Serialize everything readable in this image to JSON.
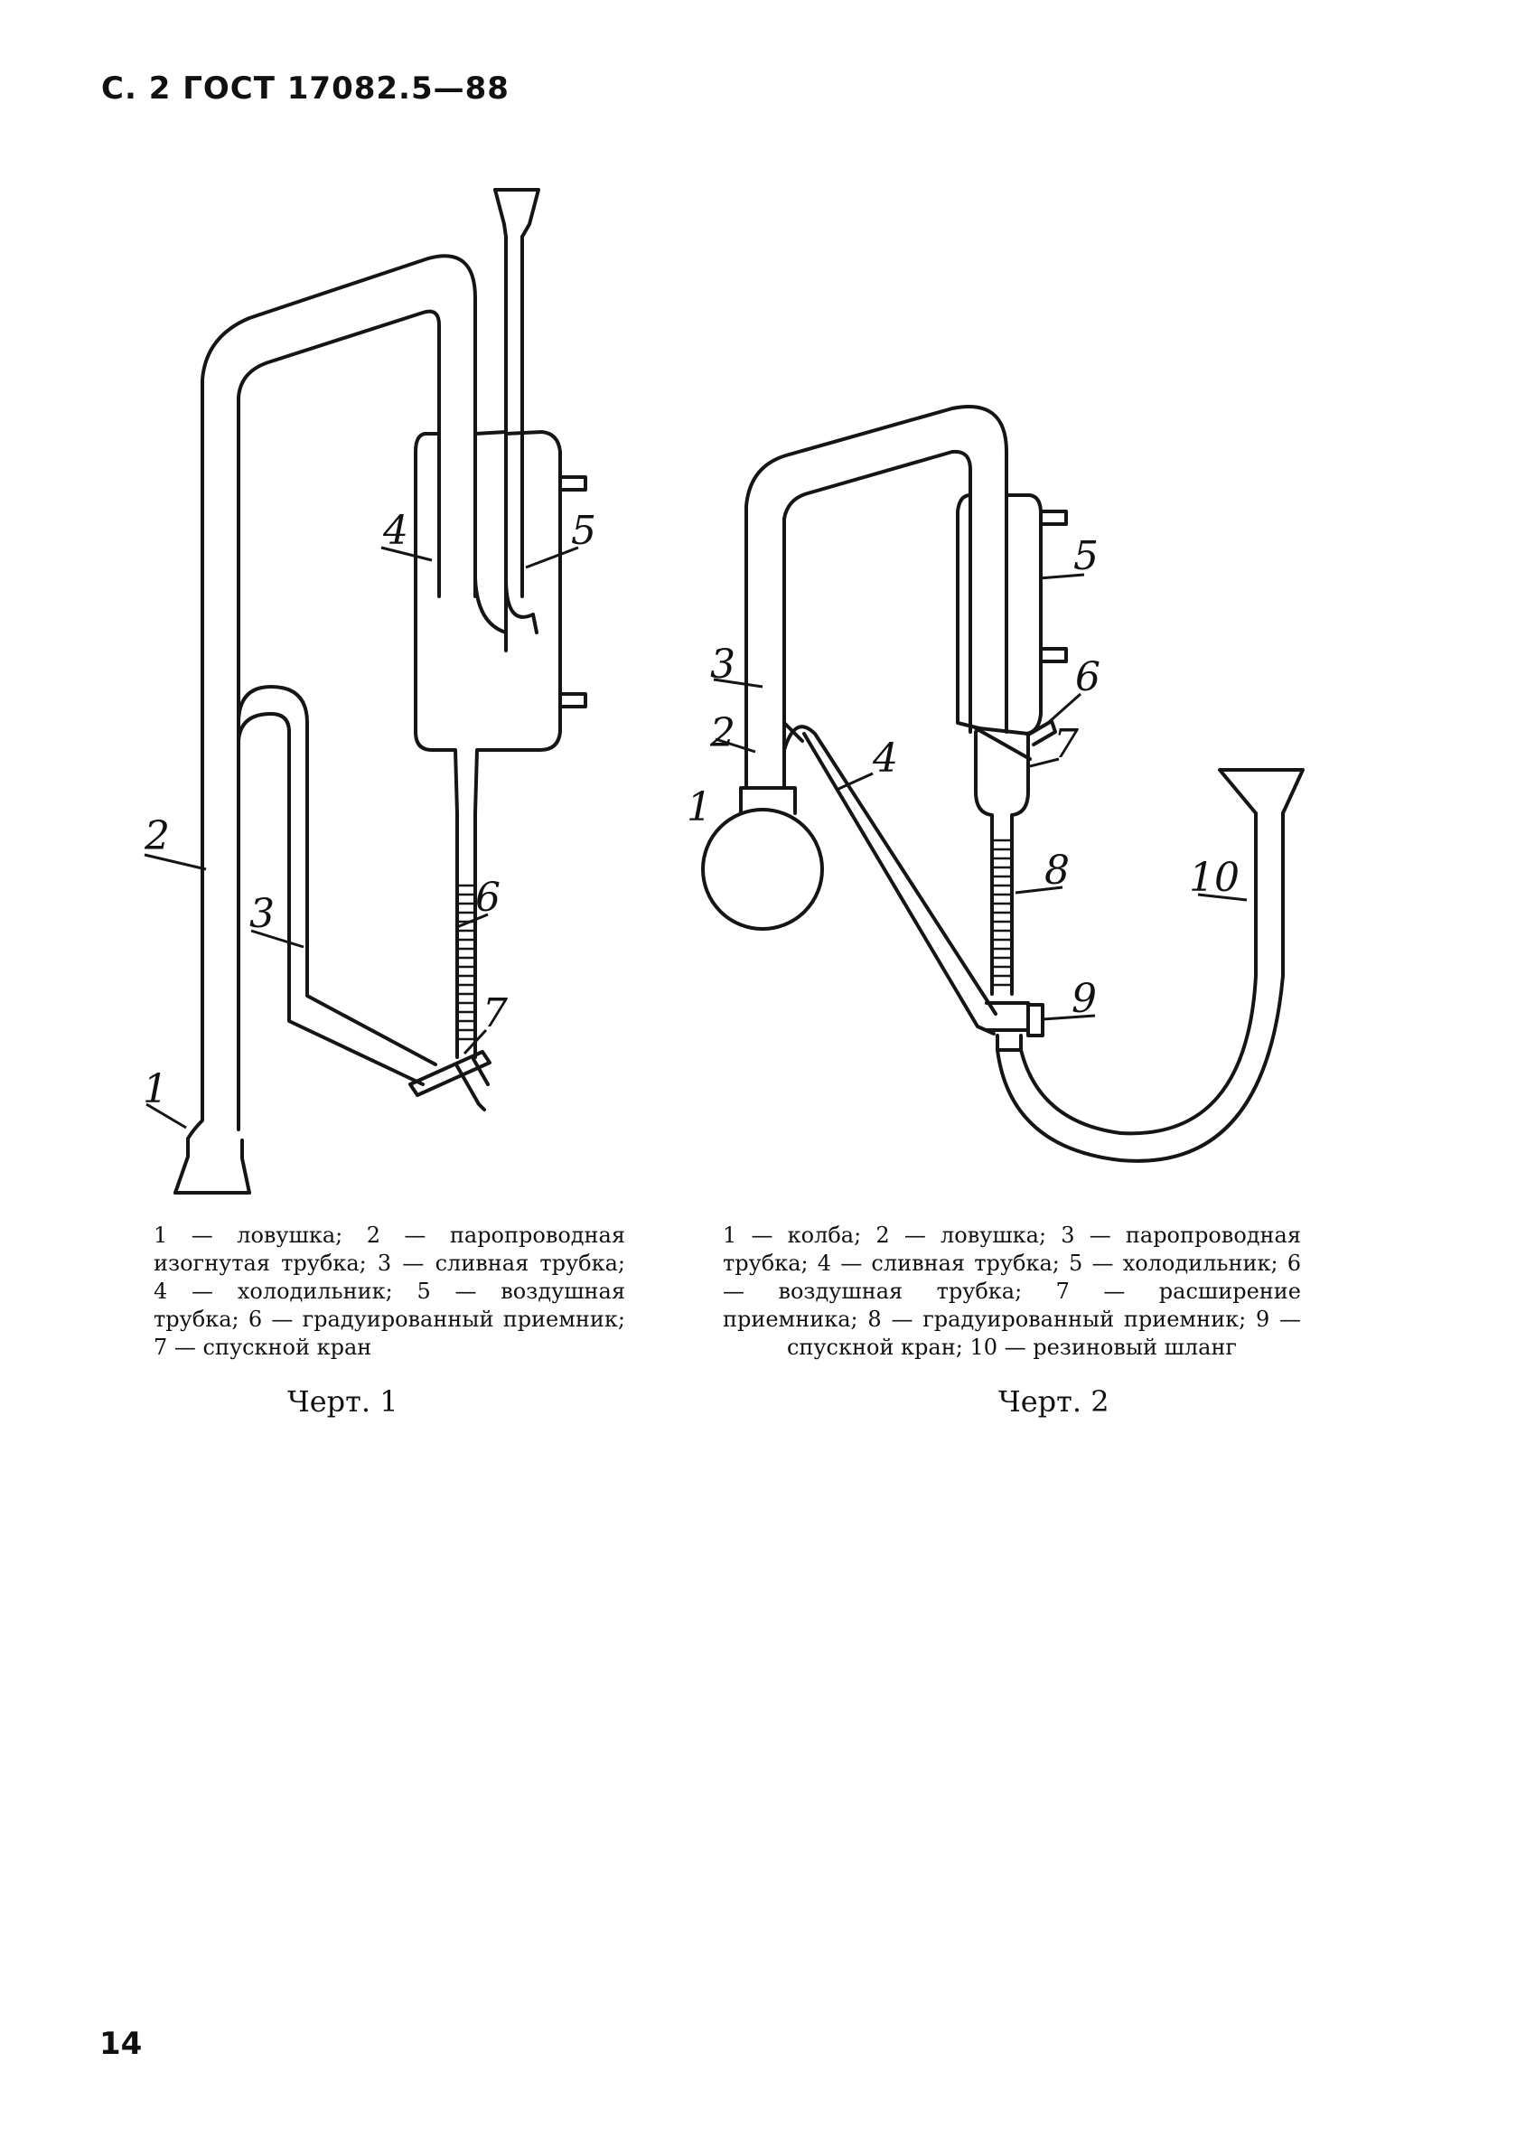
{
  "header": {
    "text": "С. 2 ГОСТ 17082.5—88"
  },
  "figure1": {
    "labels": [
      "1",
      "2",
      "3",
      "4",
      "5",
      "6",
      "7"
    ],
    "caption": "1 — ловушка; 2 — паропроводная изогнутая трубка; 3 — сливная трубка; 4 — холодильник; 5 — воздушная трубка; 6 — градуированный приемник; 7 — спускной кран",
    "title": "Черт. 1"
  },
  "figure2": {
    "labels": [
      "1",
      "2",
      "3",
      "4",
      "5",
      "6",
      "7",
      "8",
      "9",
      "10"
    ],
    "caption": "1 — колба; 2 — ловушка; 3 — паропроводная трубка; 4 — сливная трубка; 5 — холодильник; 6 — воздушная трубка; 7 — расширение приемника; 8 — градуированный приемник; 9 — спускной кран; 10 — резиновый шланг",
    "title": "Черт. 2"
  },
  "page_number": "14"
}
